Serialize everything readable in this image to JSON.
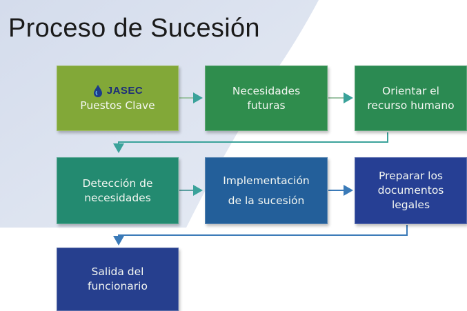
{
  "title": "Proceso de Sucesión",
  "logo": {
    "text": "JASEC",
    "icon": "water-drop-icon"
  },
  "steps": [
    {
      "lines": [
        "Puestos Clave"
      ],
      "color": "#82a838"
    },
    {
      "lines": [
        "Necesidades",
        "futuras"
      ],
      "color": "#2f8d4d"
    },
    {
      "lines": [
        "Orientar el",
        "recurso humano"
      ],
      "color": "#2b8a52"
    },
    {
      "lines": [
        "Detección de",
        "necesidades"
      ],
      "color": "#238a70"
    },
    {
      "lines": [
        "Implementación",
        "de la sucesión"
      ],
      "color": "#235f9a"
    },
    {
      "lines": [
        "Preparar los",
        "documentos",
        "legales"
      ],
      "color": "#263f94"
    },
    {
      "lines": [
        "Salida del",
        "funcionario"
      ],
      "color": "#263f8e"
    }
  ]
}
